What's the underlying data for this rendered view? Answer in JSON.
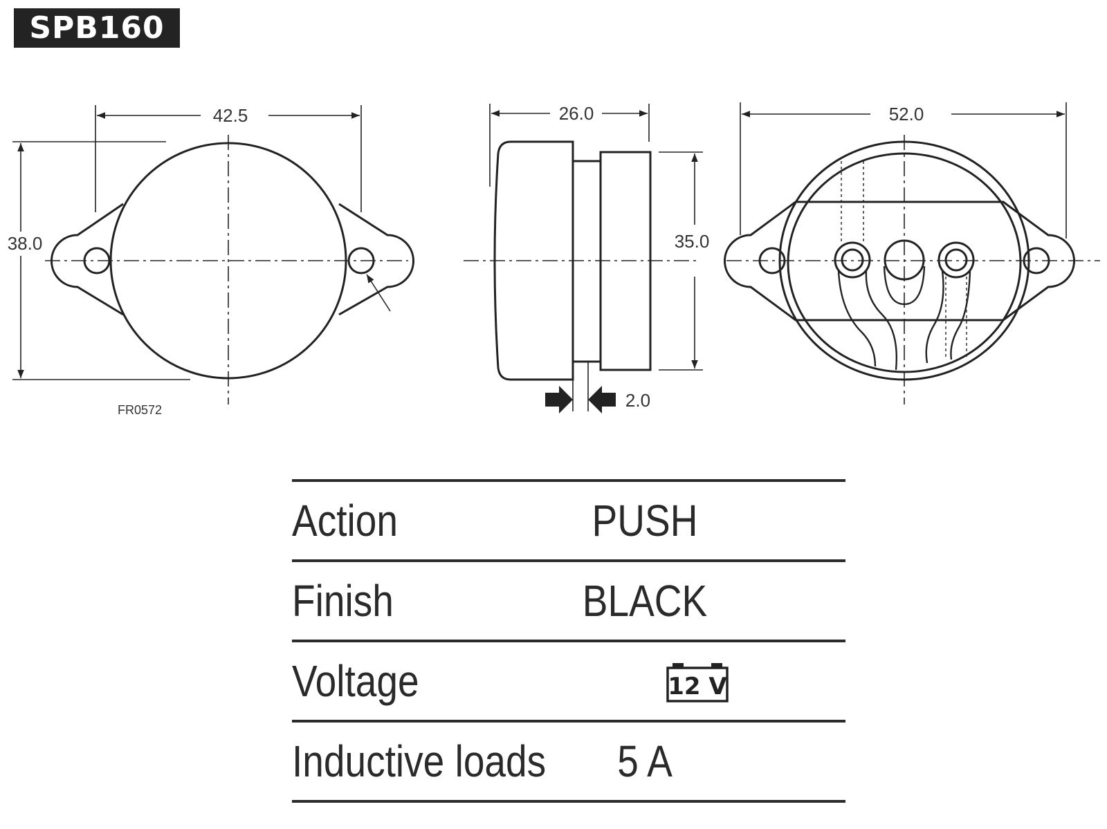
{
  "part_number": "SPB160",
  "drawing_code": "FR0572",
  "dimensions": {
    "front_width": "42.5",
    "front_height": "38.0",
    "side_depth": "26.0",
    "side_height": "35.0",
    "gap": "2.0",
    "rear_width": "52.0"
  },
  "specs": [
    {
      "label": "Action",
      "value": "PUSH"
    },
    {
      "label": "Finish",
      "value": "BLACK"
    },
    {
      "label": "Voltage",
      "value": "12 V",
      "icon": "battery-icon"
    },
    {
      "label": "Inductive loads",
      "value": "5 A"
    }
  ]
}
